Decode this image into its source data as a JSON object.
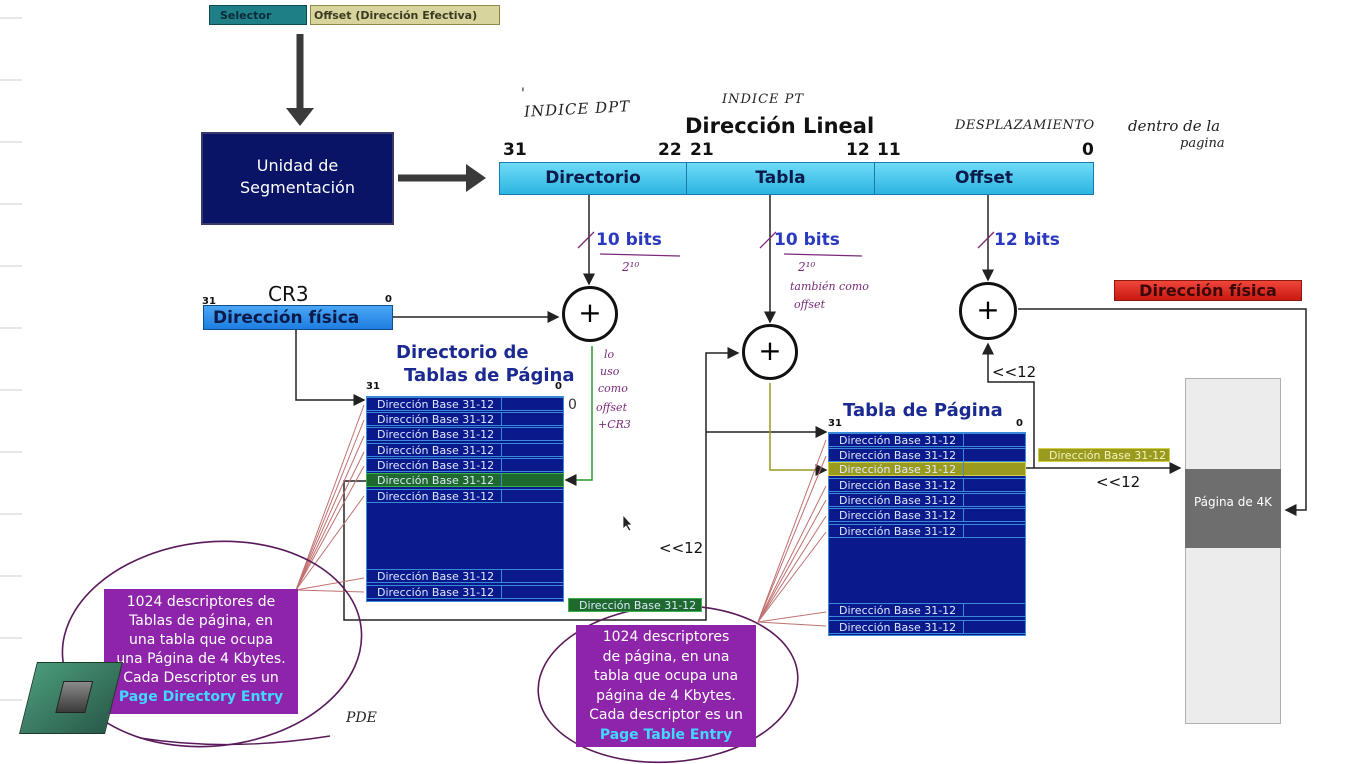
{
  "top": {
    "selector": "Selector",
    "offset": "Offset (Dirección Efectiva)"
  },
  "segmentation_unit": {
    "line1": "Unidad de",
    "line2": "Segmentación"
  },
  "linear_address": {
    "title": "Dirección Lineal",
    "bit31": "31",
    "bit22": "22",
    "bit21": "21",
    "bit12": "12",
    "bit11": "11",
    "bit0": "0",
    "fields": [
      "Directorio",
      "Tabla",
      "Offset"
    ],
    "bits_dir": "10 bits",
    "bits_tab": "10 bits",
    "bits_off": "12 bits"
  },
  "cr3": {
    "label": "CR3",
    "field": "Dirección física",
    "b31": "31",
    "b0": "0"
  },
  "page_directory": {
    "title1": "Directorio de",
    "title2": "Tablas de Página",
    "b31": "31",
    "b0": "0",
    "side0": "0",
    "entry": "Dirección Base 31-12",
    "bottom_entry": "Dirección Base 31-12"
  },
  "page_table": {
    "title": "Tabla de Página",
    "b31": "31",
    "b0": "0",
    "entry": "Dirección Base 31-12",
    "out_entry": "Dirección Base 31-12"
  },
  "physical": {
    "label": "Dirección física",
    "page": "Página de 4K"
  },
  "shifts": {
    "s1": "<<12",
    "s2": "<<12",
    "s3": "<<12"
  },
  "pde_box": {
    "lines": [
      "1024 descriptores de",
      "Tablas de página, en",
      "una tabla que ocupa",
      "una Página de 4 Kbytes.",
      "Cada Descriptor es un"
    ],
    "highlight": "Page Directory Entry"
  },
  "pte_box": {
    "lines": [
      "1024 descriptores",
      "de página, en una",
      "tabla que ocupa una",
      "página de 4 Kbytes.",
      "Cada descriptor es un"
    ],
    "highlight": "Page Table Entry"
  },
  "handwritten": {
    "indice_dpt": "INDICE DPT",
    "indice_pt": "INDICE PT",
    "desplazamiento": "DESPLAZAMIENTO",
    "dentro_de_la": "dentro de la",
    "pagina": "pagina",
    "pow_1": "2¹⁰",
    "pow_2": "2¹⁰",
    "tambien": "también como",
    "offset_word": "offset",
    "lo": "lo",
    "uso": "uso",
    "como": "como",
    "offset_cr3_a": "offset",
    "offset_cr3_b": "+CR3",
    "pde": "PDE",
    "tick": "'"
  },
  "colors": {
    "navy": "#0a1a8c",
    "cyan": "#3cc8f0",
    "magenta": "#8e24aa",
    "red": "#e8221c",
    "olive": "#9a9a1e",
    "green": "#1e6a2e",
    "gray": "#6e6e6e"
  }
}
